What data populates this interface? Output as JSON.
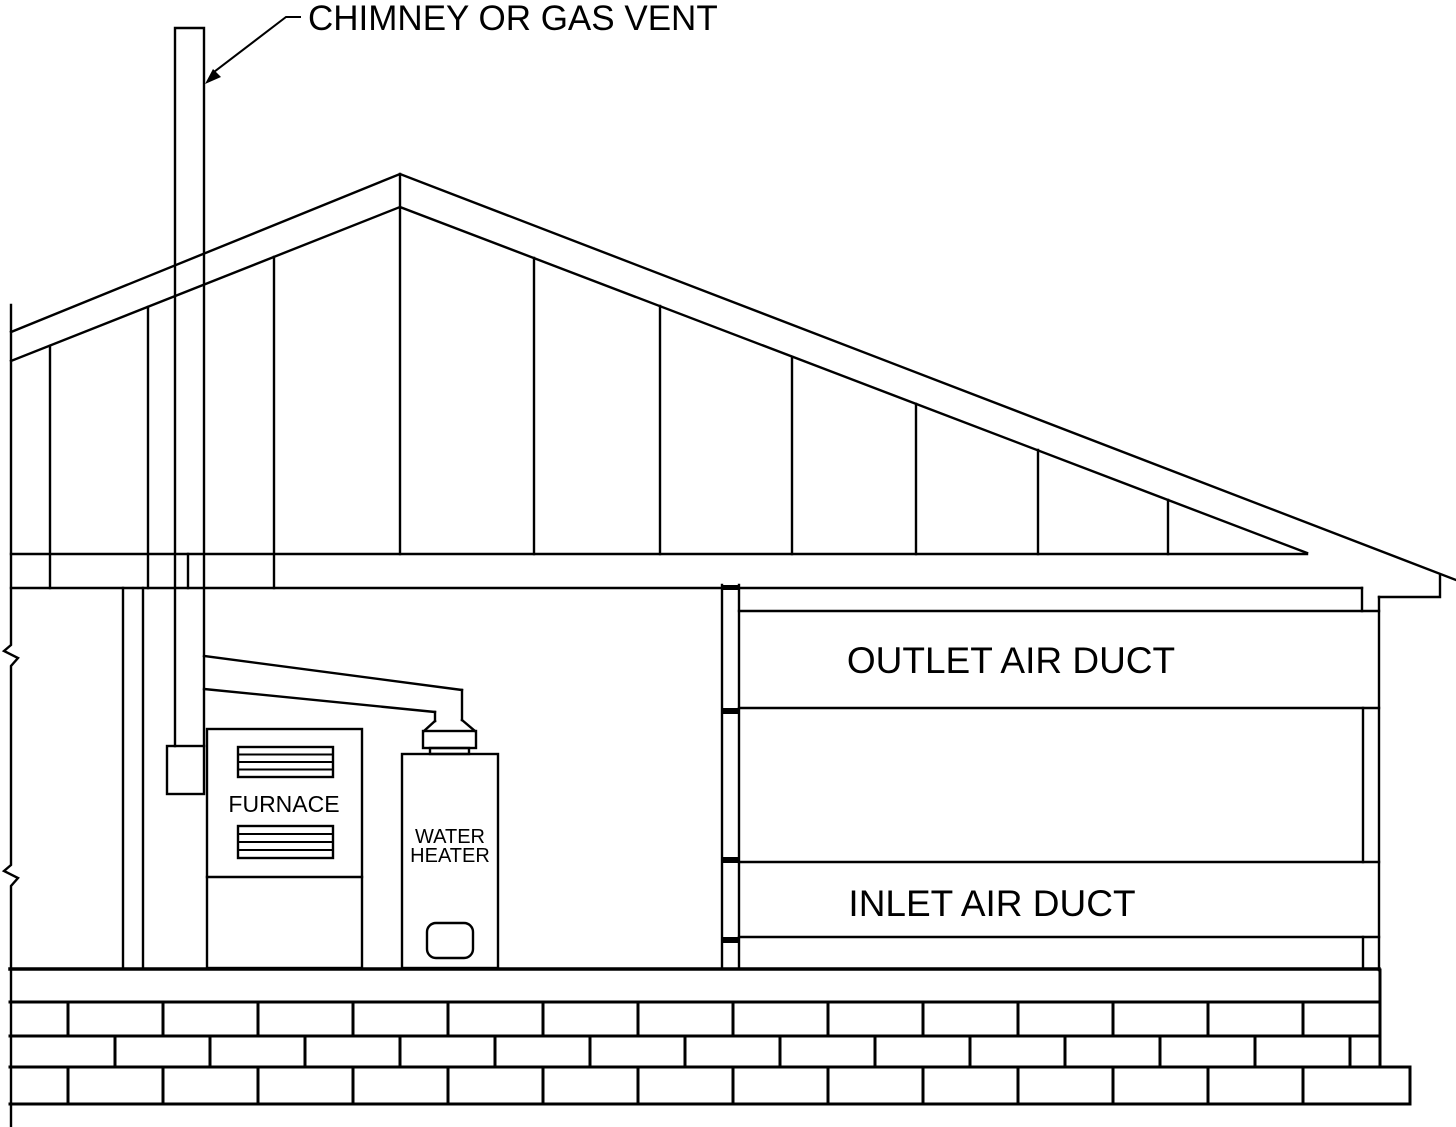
{
  "labels": {
    "chimney": "CHIMNEY OR GAS VENT",
    "outlet_duct": "OUTLET AIR DUCT",
    "inlet_duct": "INLET AIR DUCT",
    "furnace": "FURNACE",
    "water_heater_line1": "WATER",
    "water_heater_line2": "HEATER"
  },
  "colors": {
    "line": "#000000",
    "background": "#ffffff"
  }
}
